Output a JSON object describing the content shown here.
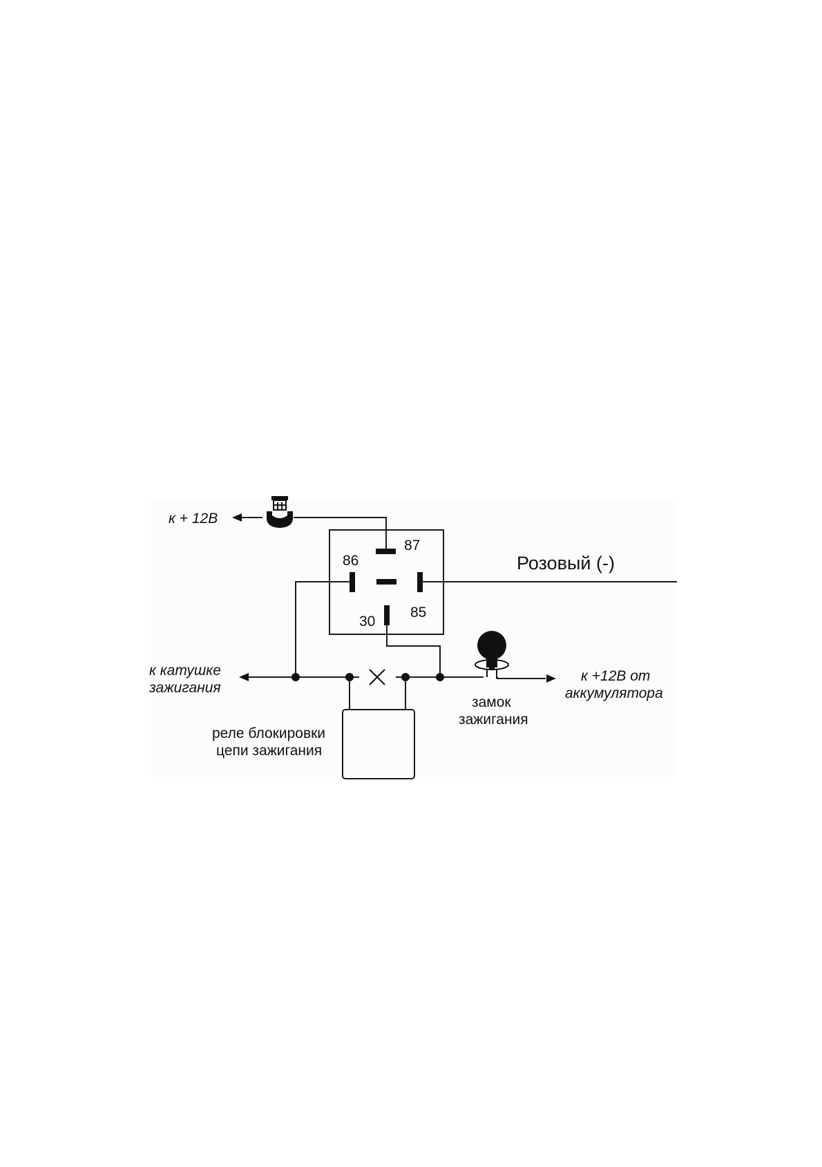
{
  "diagram": {
    "labels": {
      "to_plus12": "к + 12В",
      "pin87": "87",
      "pin86": "86",
      "pin30": "30",
      "pin85": "85",
      "pink": "Розовый (-)",
      "coil_line1": "к  катушке",
      "coil_line2": "зажигания",
      "battery_line1": "к  +12В от",
      "battery_line2": "аккумулятора",
      "ignition_line1": "замок",
      "ignition_line2": "зажигания",
      "block_relay_line1": "реле блокировки",
      "block_relay_line2": "цепи зажигания"
    },
    "icons": [
      "fuse-icon",
      "ignition-switch-icon",
      "relay-contact-icon"
    ],
    "colors": {
      "ink": "#111111",
      "background": "#ffffff"
    }
  }
}
